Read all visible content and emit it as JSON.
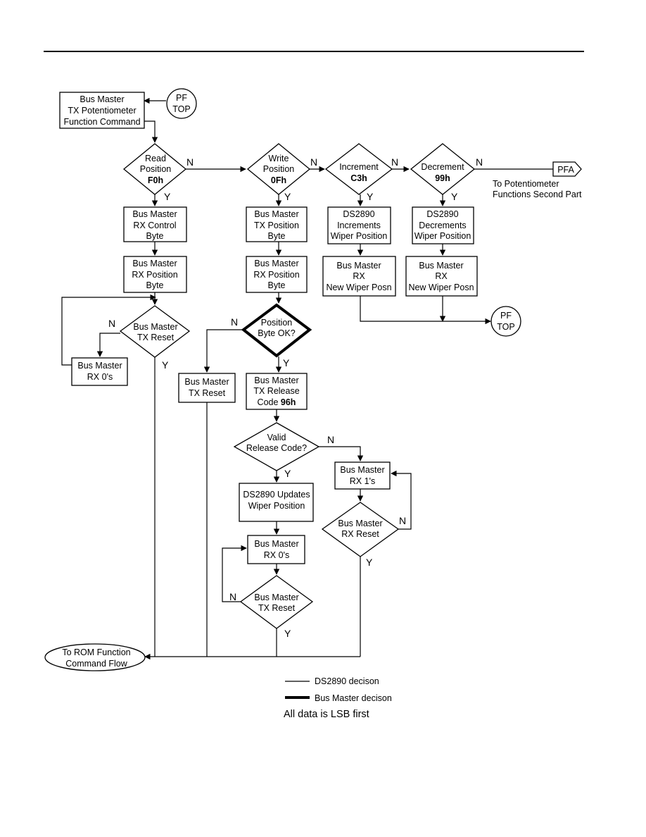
{
  "nodes": {
    "tx_pot_cmd": [
      "Bus Master",
      "TX Potentiometer",
      "Function Command"
    ],
    "pf_top_a": [
      "PF",
      "TOP"
    ],
    "read_pos": [
      "Read",
      "Position",
      "F0h"
    ],
    "write_pos": [
      "Write",
      "Position",
      "0Fh"
    ],
    "increment": [
      "Increment",
      "C3h"
    ],
    "decrement": [
      "Decrement",
      "99h"
    ],
    "pfa": "PFA",
    "pfa_note": [
      "To Potentiometer",
      "Functions Second Part"
    ],
    "rx_control": [
      "Bus Master",
      "RX Control",
      "Byte"
    ],
    "rx_position_a": [
      "Bus Master",
      "RX Position",
      "Byte"
    ],
    "tx_position": [
      "Bus Master",
      "TX Position",
      "Byte"
    ],
    "rx_position_b": [
      "Bus Master",
      "RX Position",
      "Byte"
    ],
    "inc_wiper": [
      "DS2890",
      "Increments",
      "Wiper Position"
    ],
    "dec_wiper": [
      "DS2890",
      "Decrements",
      "Wiper Position"
    ],
    "rx_new_a": [
      "Bus Master",
      "RX",
      "New Wiper Posn"
    ],
    "rx_new_b": [
      "Bus Master",
      "RX",
      "New Wiper Posn"
    ],
    "pf_top_b": [
      "PF",
      "TOP"
    ],
    "tx_reset_a": [
      "Bus Master",
      "TX Reset"
    ],
    "rx_zeros_a": [
      "Bus Master",
      "RX 0's"
    ],
    "pos_ok": [
      "Position",
      "Byte OK?"
    ],
    "tx_reset_b": [
      "Bus Master",
      "TX Reset"
    ],
    "tx_release": [
      "Bus Master",
      "TX Release",
      "Code 96h"
    ],
    "valid_release": [
      "Valid",
      "Release Code?"
    ],
    "rx_ones": [
      "Bus Master",
      "RX 1's"
    ],
    "rx_reset": [
      "Bus Master",
      "RX Reset"
    ],
    "ds_updates": [
      "DS2890 Updates",
      "Wiper Position"
    ],
    "rx_zeros_b": [
      "Bus Master",
      "RX 0's"
    ],
    "tx_reset_c": [
      "Bus Master",
      "TX Reset"
    ],
    "to_rom": [
      "To ROM Function",
      "Command Flow"
    ]
  },
  "labels": {
    "yes": "Y",
    "no": "N"
  },
  "legend": {
    "thin": "DS2890 decison",
    "bold": "Bus Master decison",
    "note": "All data is LSB first"
  }
}
